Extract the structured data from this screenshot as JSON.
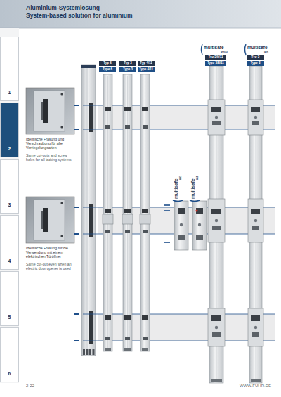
{
  "diagram": {
    "title": "Aluminium-Systemlösung",
    "nodes": [
      {
        "text": [
          "Typ 6"
        ]
      },
      {
        "text": [
          "Type 6"
        ]
      },
      {
        "text": [
          "Typ 3"
        ]
      },
      {
        "text": [
          "Type 3"
        ]
      },
      {
        "text": [
          "Typ 4/11"
        ]
      },
      {
        "text": [
          "Type 4/11"
        ]
      },
      {
        "text": [
          "Typ 3/8/11"
        ]
      },
      {
        "text": [
          "Type 3/8/11"
        ]
      },
      {
        "text": [
          "Typ 3"
        ]
      },
      {
        "text": [
          "Type 3"
        ]
      },
      {
        "text": [
          "1"
        ]
      },
      {
        "text": [
          "2"
        ]
      },
      {
        "text": [
          "3"
        ]
      },
      {
        "text": [
          "4"
        ]
      },
      {
        "text": [
          "5"
        ]
      },
      {
        "text": [
          "6"
        ]
      }
    ],
    "labels": [
      "System-based solution for aluminium",
      "Identische Fräsung und Verschraubung für alle Verriegelungsarten",
      "Same cut-outs and screw holes for all locking systems",
      "Identische Fräsung für die Verwendung mit einem elektrischen Türöffner",
      "Same cut-out even when an electric door opener is used",
      "multisafe",
      "855GL",
      "multisafe",
      "855",
      "multisafe",
      "833",
      "multisafe",
      "811",
      "2-22",
      "WWW.FUHR.DE"
    ]
  }
}
